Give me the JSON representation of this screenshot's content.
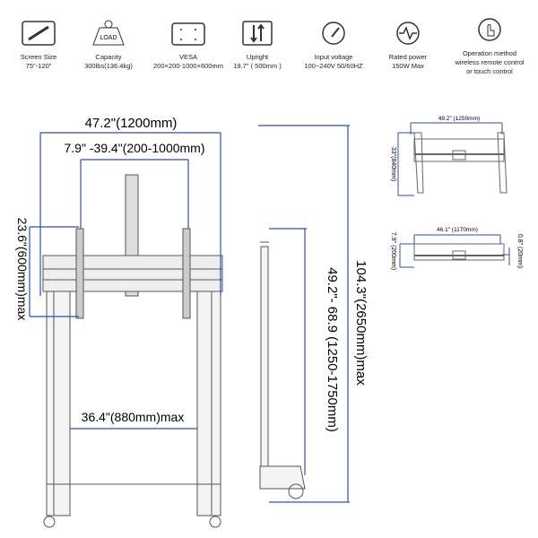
{
  "specs": [
    {
      "icon": "screen-size-icon",
      "label": "Screen Size",
      "value": "75\"-120\""
    },
    {
      "icon": "load-weight-icon",
      "label": "Capacity",
      "value": "300lbs(136.4kg)",
      "icon_text": "LOAD"
    },
    {
      "icon": "vesa-icon",
      "label": "VESA",
      "value": "200×200-1000×600mm"
    },
    {
      "icon": "upright-icon",
      "label": "Upright",
      "value": "19.7\" ( 500mm )"
    },
    {
      "icon": "gauge-icon",
      "label": "Input voltage",
      "value": "100~240V 50/60HZ"
    },
    {
      "icon": "pulse-icon",
      "label": "Rated power",
      "value": "150W Max"
    },
    {
      "icon": "touch-icon",
      "label": "Operation method",
      "value": "wireless remote control",
      "value2": "or touch control"
    }
  ],
  "front": {
    "width": "47.2\"(1200mm)",
    "vesa": "7.9\" -39.4\"(200-1000mm)",
    "height": "23.6\"(600mm)max",
    "inner": "36.4\"(880mm)max"
  },
  "side": {
    "total": "104.3\"(2650mm)max",
    "range": "49.2\"- 68.9 (1250-1750mm)"
  },
  "base_top": {
    "width": "49.2\"  (1250mm)",
    "depth": "33\"(840mm)"
  },
  "bracket_top": {
    "width": "46.1\"   (1170mm)",
    "left": "7.9\"  (200mm)",
    "right": "0.8\"  (20mm)"
  },
  "colors": {
    "dim": "#2d4fa3",
    "line": "#444"
  }
}
